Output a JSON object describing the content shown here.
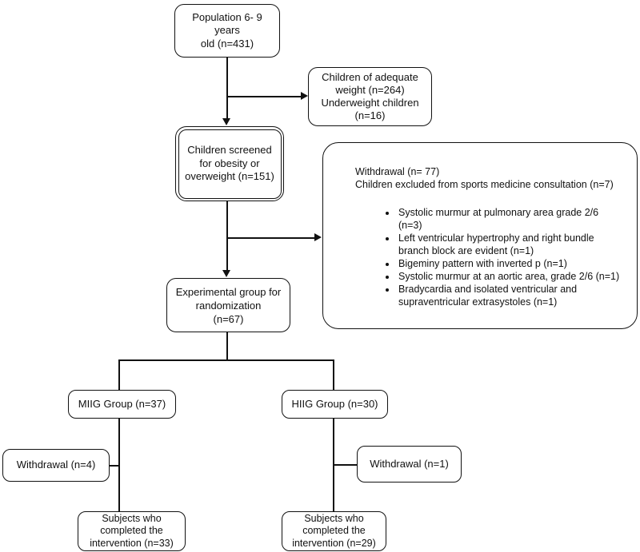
{
  "colors": {
    "line": "#111111",
    "background": "#ffffff",
    "text": "#111111"
  },
  "boxes": {
    "population": {
      "lines": [
        "Population 6- 9 years",
        "old (n=431)"
      ]
    },
    "adequate_weight": {
      "lines": [
        "Children of adequate",
        "weight (n=264)",
        "Underweight children",
        "(n=16)"
      ]
    },
    "screened": {
      "lines": [
        "Children screened",
        "for obesity or",
        "overweight (n=151)"
      ]
    },
    "withdrawal_main": {
      "line1": "Withdrawal (n= 77)",
      "line2": "Children excluded from sports medicine consultation (n=7)",
      "bullets": [
        "Systolic murmur at pulmonary area grade 2/6 (n=3)",
        "Left ventricular hypertrophy and right bundle branch block are evident (n=1)",
        "Bigeminy pattern with inverted p (n=1)",
        "Systolic murmur at an aortic area, grade 2/6 (n=1)",
        "Bradycardia and isolated ventricular and supraventricular extrasystoles (n=1)"
      ]
    },
    "experimental": {
      "lines": [
        "Experimental group for",
        "randomization",
        "(n=67)"
      ]
    },
    "miig": {
      "label": "MIIG Group (n=37)"
    },
    "hiig": {
      "label": "HIIG Group (n=30)"
    },
    "withdrawal_miig": {
      "label": "Withdrawal (n=4)"
    },
    "withdrawal_hiig": {
      "label": "Withdrawal (n=1)"
    },
    "completed_miig": {
      "lines": [
        "Subjects who",
        "completed the",
        "intervention (n=33)"
      ]
    },
    "completed_hiig": {
      "lines": [
        "Subjects who",
        "completed the",
        "intervention (n=29)"
      ]
    }
  }
}
